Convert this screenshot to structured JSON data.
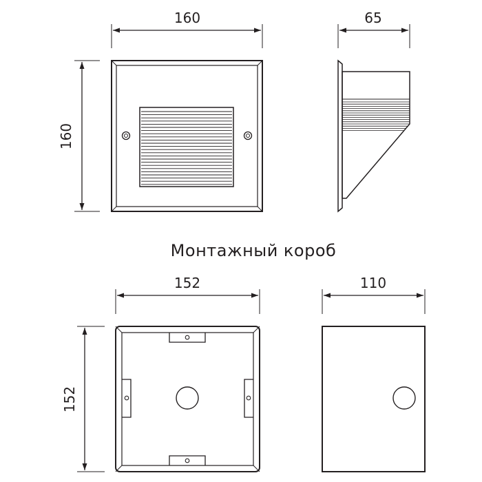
{
  "top_front": {
    "width_label": "160",
    "height_label": "160"
  },
  "top_side": {
    "depth_label": "65"
  },
  "section_title": "Монтажный короб",
  "box_front": {
    "width_label": "152",
    "height_label": "152"
  },
  "box_side": {
    "depth_label": "110"
  },
  "colors": {
    "line": "#231f20",
    "background": "#ffffff"
  }
}
